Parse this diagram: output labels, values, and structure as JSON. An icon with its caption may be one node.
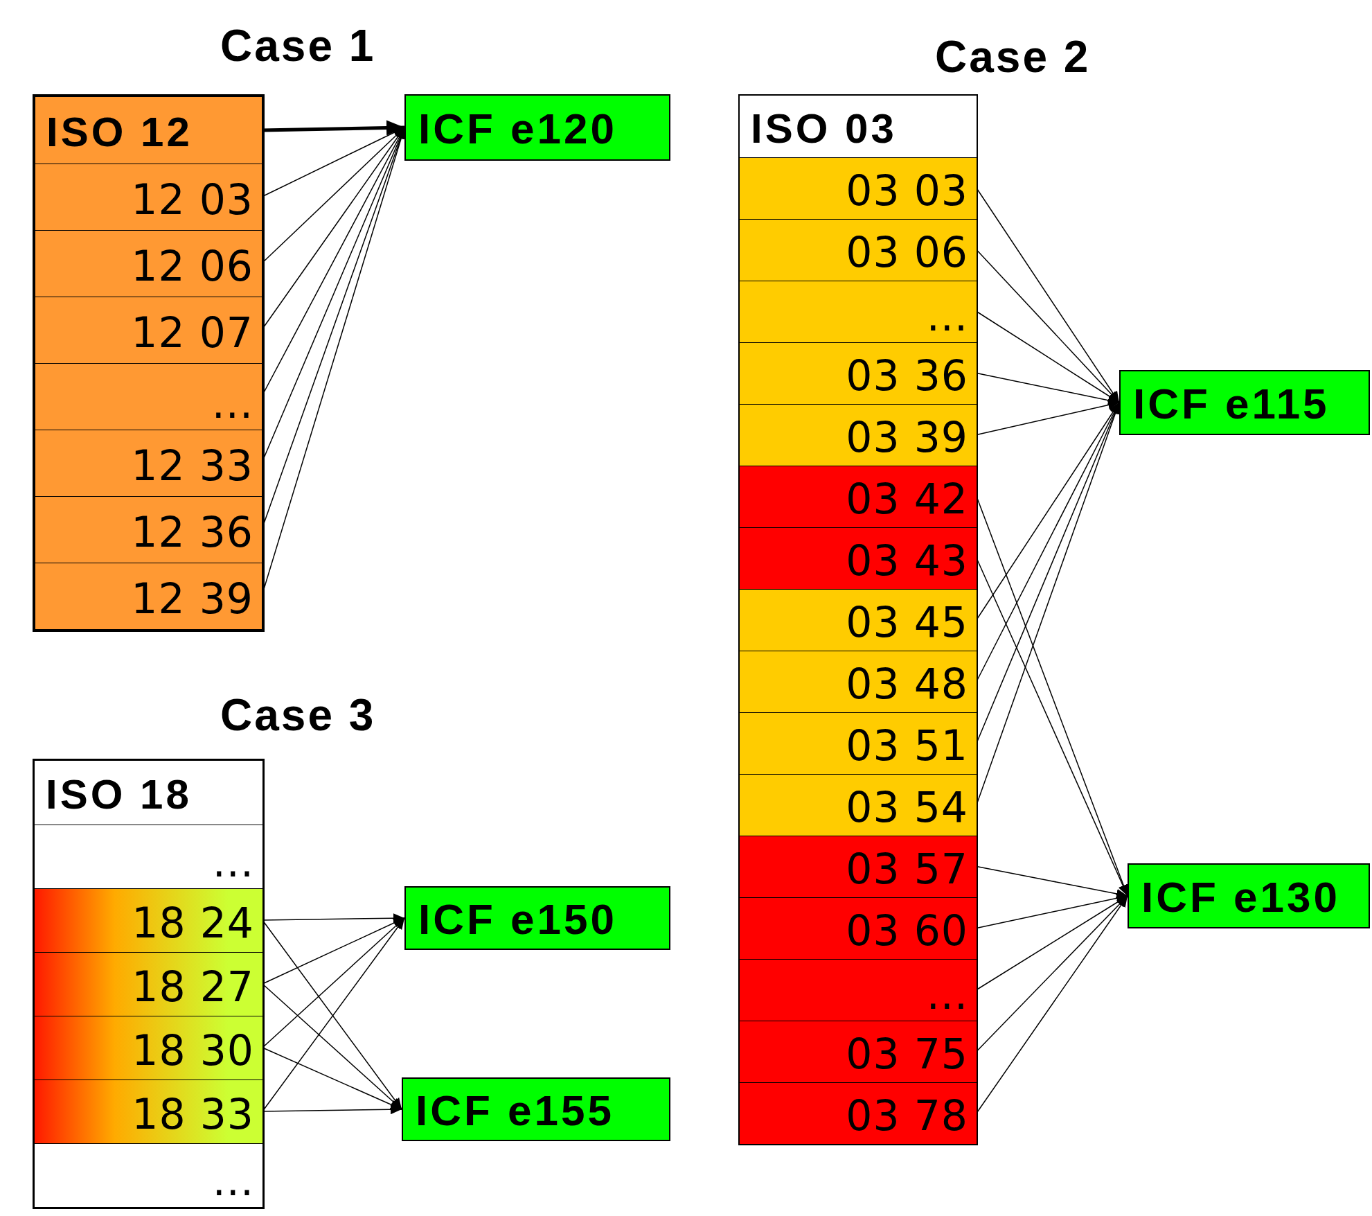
{
  "diagram": {
    "nodes": [
      {
        "text": [],
        "shape": "box"
      },
      {
        "text": [
          "ISO 12"
        ],
        "in": 0
      },
      {
        "text": [
          "12 03"
        ],
        "in": 0
      },
      {
        "text": [
          "12 06"
        ],
        "in": 0
      },
      {
        "text": [
          "12 07"
        ],
        "in": 0
      },
      {
        "text": [
          "..."
        ],
        "in": 0
      },
      {
        "text": [
          "12 33"
        ],
        "in": 0
      },
      {
        "text": [
          "12 36"
        ],
        "in": 0
      },
      {
        "text": [
          "12 39"
        ],
        "in": 0
      },
      {
        "text": [
          "ICF e120"
        ]
      },
      {
        "text": [],
        "shape": "box"
      },
      {
        "text": [
          "ISO 03"
        ],
        "in": 10
      },
      {
        "text": [
          "03 03"
        ],
        "in": 10
      },
      {
        "text": [
          "03 06"
        ],
        "in": 10
      },
      {
        "text": [
          "..."
        ],
        "in": 10
      },
      {
        "text": [
          "03 36"
        ],
        "in": 10
      },
      {
        "text": [
          "03 39"
        ],
        "in": 10
      },
      {
        "text": [
          "03 42"
        ],
        "in": 10
      },
      {
        "text": [
          "03 43"
        ],
        "in": 10
      },
      {
        "text": [
          "03 45"
        ],
        "in": 10
      },
      {
        "text": [
          "03 48"
        ],
        "in": 10
      },
      {
        "text": [
          "03 51"
        ],
        "in": 10
      },
      {
        "text": [
          "03 54"
        ],
        "in": 10
      },
      {
        "text": [
          "03 57"
        ],
        "in": 10
      },
      {
        "text": [
          "03 60"
        ],
        "in": 10
      },
      {
        "text": [
          "..."
        ],
        "in": 10
      },
      {
        "text": [
          "03 75"
        ],
        "in": 10
      },
      {
        "text": [
          "03 78"
        ],
        "in": 10
      },
      {
        "text": [
          "ICF e115"
        ]
      },
      {
        "text": [
          "ICF e130"
        ]
      },
      {
        "text": [],
        "shape": "box"
      },
      {
        "text": [
          "ISO 18"
        ],
        "in": 30
      },
      {
        "text": [
          "..."
        ],
        "in": 30
      },
      {
        "text": [
          "18 24"
        ],
        "in": 30
      },
      {
        "text": [
          "18 27"
        ],
        "in": 30
      },
      {
        "text": [
          "18 30"
        ],
        "in": 30
      },
      {
        "text": [
          "18 33"
        ],
        "in": 30
      },
      {
        "text": [
          "..."
        ],
        "in": 30
      },
      {
        "text": [
          "ICF e150"
        ]
      },
      {
        "text": [
          "ICF e155"
        ]
      }
    ],
    "edges": [
      {
        "from": 1,
        "to": 9,
        "arrow": "to",
        "style": "thick"
      },
      {
        "from": 2,
        "to": 9,
        "arrow": "to"
      },
      {
        "from": 3,
        "to": 9,
        "arrow": "to"
      },
      {
        "from": 4,
        "to": 9,
        "arrow": "to"
      },
      {
        "from": 5,
        "to": 9,
        "arrow": "to"
      },
      {
        "from": 6,
        "to": 9,
        "arrow": "to"
      },
      {
        "from": 7,
        "to": 9,
        "arrow": "to"
      },
      {
        "from": 8,
        "to": 9,
        "arrow": "to"
      },
      {
        "from": 12,
        "to": 28,
        "arrow": "to"
      },
      {
        "from": 13,
        "to": 28,
        "arrow": "to"
      },
      {
        "from": 14,
        "to": 28,
        "arrow": "to"
      },
      {
        "from": 15,
        "to": 28,
        "arrow": "to"
      },
      {
        "from": 16,
        "to": 28,
        "arrow": "to"
      },
      {
        "from": 19,
        "to": 28,
        "arrow": "to"
      },
      {
        "from": 20,
        "to": 28,
        "arrow": "to"
      },
      {
        "from": 21,
        "to": 28,
        "arrow": "to"
      },
      {
        "from": 22,
        "to": 28,
        "arrow": "to"
      },
      {
        "from": 17,
        "to": 29,
        "arrow": "to"
      },
      {
        "from": 18,
        "to": 29,
        "arrow": "to"
      },
      {
        "from": 23,
        "to": 29,
        "arrow": "to"
      },
      {
        "from": 24,
        "to": 29,
        "arrow": "to"
      },
      {
        "from": 25,
        "to": 29,
        "arrow": "to"
      },
      {
        "from": 26,
        "to": 29,
        "arrow": "to"
      },
      {
        "from": 27,
        "to": 29,
        "arrow": "to"
      },
      {
        "from": 33,
        "to": 38,
        "arrow": "to"
      },
      {
        "from": 33,
        "to": 39,
        "arrow": "to"
      },
      {
        "from": 34,
        "to": 38,
        "arrow": "to"
      },
      {
        "from": 34,
        "to": 39,
        "arrow": "to"
      },
      {
        "from": 35,
        "to": 38,
        "arrow": "to"
      },
      {
        "from": 35,
        "to": 39,
        "arrow": "to"
      },
      {
        "from": 36,
        "to": 38,
        "arrow": "to"
      },
      {
        "from": 36,
        "to": 39,
        "arrow": "to"
      }
    ],
    "labels": [
      "Case 1",
      "Case 2",
      "Case 3"
    ]
  }
}
